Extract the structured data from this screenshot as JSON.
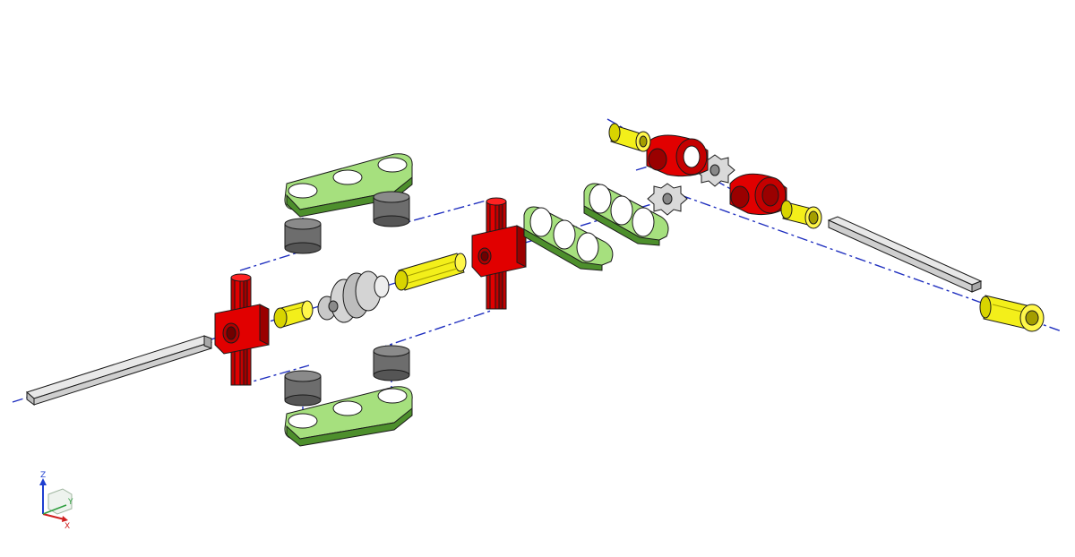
{
  "viewport": {
    "background": "#ffffff",
    "palette": {
      "red": "#e10000",
      "red_dark": "#9a0000",
      "yellow": "#f3ef1a",
      "yellow_dark": "#a49e00",
      "green": "#a6e07e",
      "green_dark": "#4d8f2c",
      "gray_dark": "#6d6d6d",
      "gray_light": "#d9d9d9",
      "guide_line": "#1f2fbf",
      "outline": "#1a1a1a"
    }
  },
  "axis_triad": {
    "z_label": "Z",
    "y_label": "Y",
    "x_label": "X",
    "z_color": "#1f3fd0",
    "y_color": "#2f9e3f",
    "x_color": "#d02020"
  }
}
